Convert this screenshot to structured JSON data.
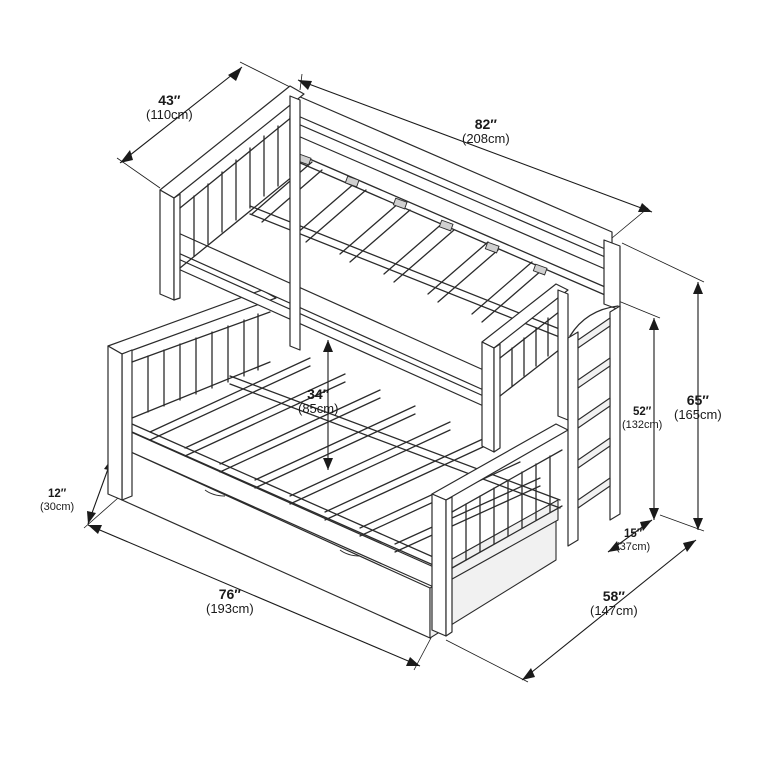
{
  "dimensions": {
    "width_top": {
      "imperial": "43″",
      "metric": "(110cm)"
    },
    "length": {
      "imperial": "82″",
      "metric": "(208cm)"
    },
    "overall_height": {
      "imperial": "65″",
      "metric": "(165cm)"
    },
    "ladder_height": {
      "imperial": "52″",
      "metric": "(132cm)"
    },
    "clearance": {
      "imperial": "34″",
      "metric": "(85cm)"
    },
    "ladder_depth": {
      "imperial": "15″",
      "metric": "(37cm)"
    },
    "width_bottom": {
      "imperial": "58″",
      "metric": "(147cm)"
    },
    "bottom_length": {
      "imperial": "76″",
      "metric": "(193cm)"
    },
    "trundle_height": {
      "imperial": "12″",
      "metric": "(30cm)"
    }
  }
}
